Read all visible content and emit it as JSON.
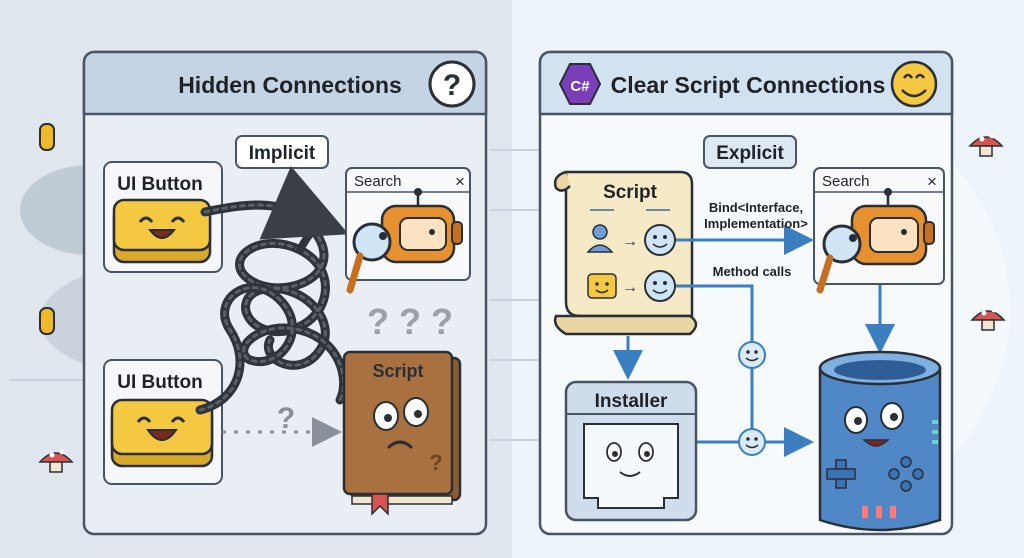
{
  "left": {
    "title": "Hidden Connections",
    "badge_icon": "question-mark-icon",
    "implicit_label": "Implicit",
    "ui_button_1": "UI Button",
    "ui_button_2": "UI Button",
    "search_window": {
      "title": "Search",
      "close": "×"
    },
    "script_book": "Script",
    "question_marks": "? ? ?",
    "dotted_question": "?"
  },
  "right": {
    "title": "Clear Script Connections",
    "csharp_logo": "C#",
    "badge_icon": "smiley-icon",
    "explicit_label": "Explicit",
    "scroll_title": "Script",
    "bind_label_line1": "Bind<Interface,",
    "bind_label_line2": "Implementation>",
    "method_calls": "Method calls",
    "search_window": {
      "title": "Search",
      "close": "×"
    },
    "installer": "Installer"
  },
  "colors": {
    "left_bg": "#dfe6ee",
    "right_bg": "#edf5fb",
    "panel_border": "#4a5563",
    "header_fill": "#c5d4e4",
    "arrow_blue": "#3b7fc0",
    "button_yellow": "#f5c842",
    "book_brown": "#a9713f",
    "robot_orange": "#e7902f",
    "bin_blue": "#4f87c7"
  }
}
